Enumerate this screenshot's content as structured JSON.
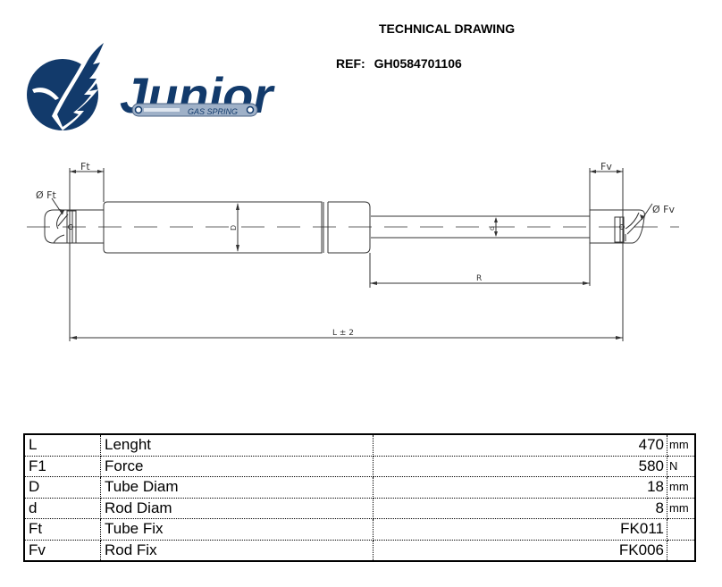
{
  "header": {
    "title": "TECHNICAL DRAWING",
    "ref_label": "REF:",
    "ref_value": "GH0584701106"
  },
  "logo": {
    "brand": "Junior",
    "tagline": "GAS SPRING",
    "color": "#123a6b",
    "accent": "#8fa3bd"
  },
  "drawing": {
    "labels": {
      "tube_fix_width": "Ft",
      "tube_fix_diam": "Ø Ft",
      "rod_fix_width": "Fv",
      "rod_fix_diam": "Ø Fv",
      "tube_diam": "D",
      "rod_diam": "d",
      "stroke": "R",
      "length": "L ± 2"
    },
    "line_color": "#333333"
  },
  "specs": {
    "rows": [
      {
        "symbol": "L",
        "name": "Lenght",
        "value": "470",
        "unit": "mm"
      },
      {
        "symbol": "F1",
        "name": "Force",
        "value": "580",
        "unit": "N"
      },
      {
        "symbol": "D",
        "name": "Tube Diam",
        "value": "18",
        "unit": "mm"
      },
      {
        "symbol": "d",
        "name": "Rod Diam",
        "value": "8",
        "unit": "mm"
      },
      {
        "symbol": "Ft",
        "name": "Tube Fix",
        "value": "FK011",
        "unit": ""
      },
      {
        "symbol": "Fv",
        "name": "Rod Fix",
        "value": "FK006",
        "unit": ""
      }
    ]
  }
}
